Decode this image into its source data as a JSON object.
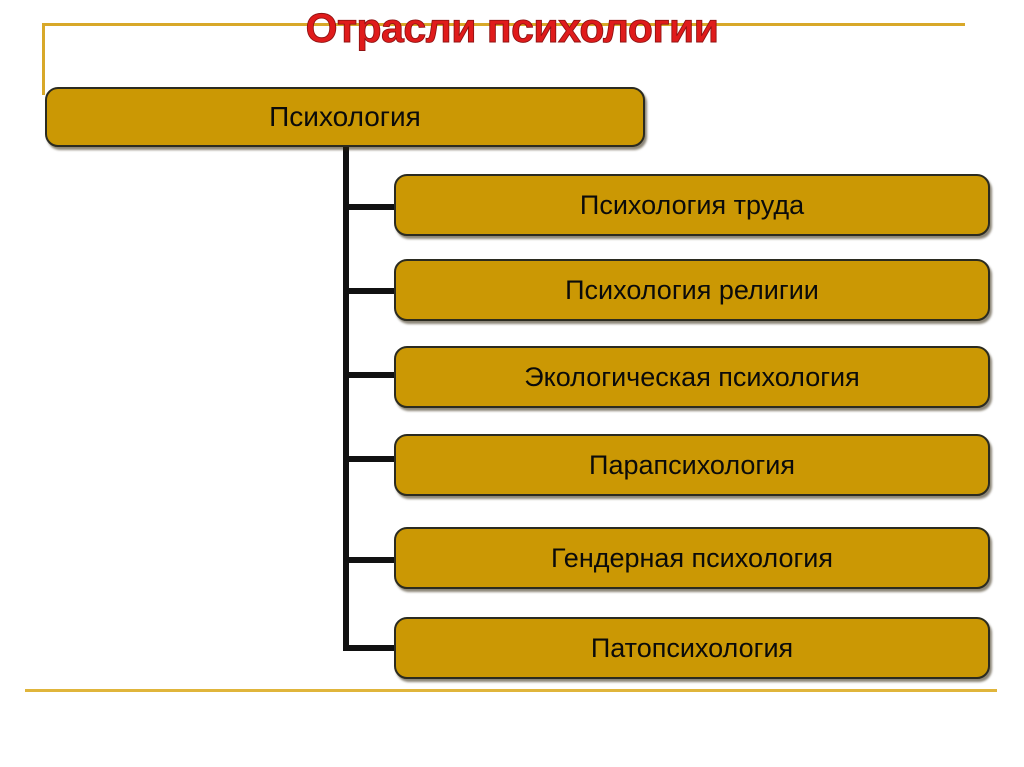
{
  "slide": {
    "title": "Отрасли психологии",
    "background_color": "#ffffff",
    "accent_color": "#cb9804",
    "title_color": "#e01b1b",
    "frame_rule_color": "#d8a829",
    "connector_color": "#111111"
  },
  "diagram": {
    "type": "tree",
    "root": {
      "label": "Психология"
    },
    "children": [
      {
        "label": "Психология труда"
      },
      {
        "label": "Психология религии"
      },
      {
        "label": "Экологическая психология"
      },
      {
        "label": "Парапсихология"
      },
      {
        "label": "Гендерная психология"
      },
      {
        "label": "Патопсихология"
      }
    ]
  }
}
